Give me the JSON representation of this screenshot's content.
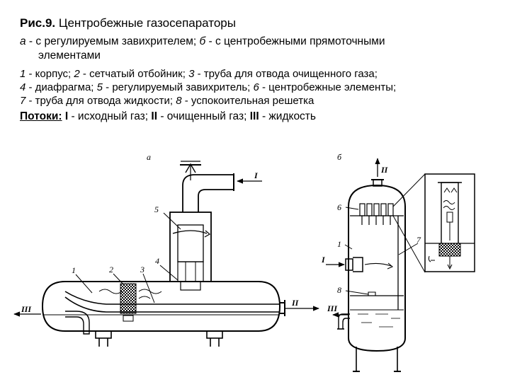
{
  "caption": {
    "title_prefix": "Рис.9.",
    "title_text": " Центробежные газосепараторы",
    "sub_a_key": "а",
    "sub_a_text": " - с регулируемым завихрителем; ",
    "sub_b_key": "б",
    "sub_b_text": " - с центробежными прямоточными",
    "sub_cont": "элементами",
    "legend_line1": [
      {
        "n": "1",
        "t": " - корпус; "
      },
      {
        "n": "2",
        "t": " - сетчатый отбойник; "
      },
      {
        "n": "3",
        "t": " - труба для отвода очищенного газа;"
      }
    ],
    "legend_line2": [
      {
        "n": "4",
        "t": " - диафрагма; "
      },
      {
        "n": "5",
        "t": " - регулируемый завихритель; "
      },
      {
        "n": "6",
        "t": " - центробежные элементы;"
      }
    ],
    "legend_line3": [
      {
        "n": "7",
        "t": " - труба для отвода жидкости; "
      },
      {
        "n": "8",
        "t": " - успокоительная решетка"
      }
    ],
    "flows_label": "Потоки:",
    "flows_I": " I",
    "flows_I_text": " - исходный газ; ",
    "flows_II": "II",
    "flows_II_text": " - очищенный газ; ",
    "flows_III": "III",
    "flows_III_text": " - жидкость"
  },
  "diagram": {
    "label_a": "а",
    "label_b": "б",
    "a_callouts": [
      "1",
      "2",
      "3",
      "4",
      "5"
    ],
    "a_flows": [
      "I",
      "II",
      "III"
    ],
    "b_callouts": [
      "6",
      "1",
      "7",
      "8"
    ],
    "b_flows": [
      "II",
      "I",
      "III"
    ]
  }
}
